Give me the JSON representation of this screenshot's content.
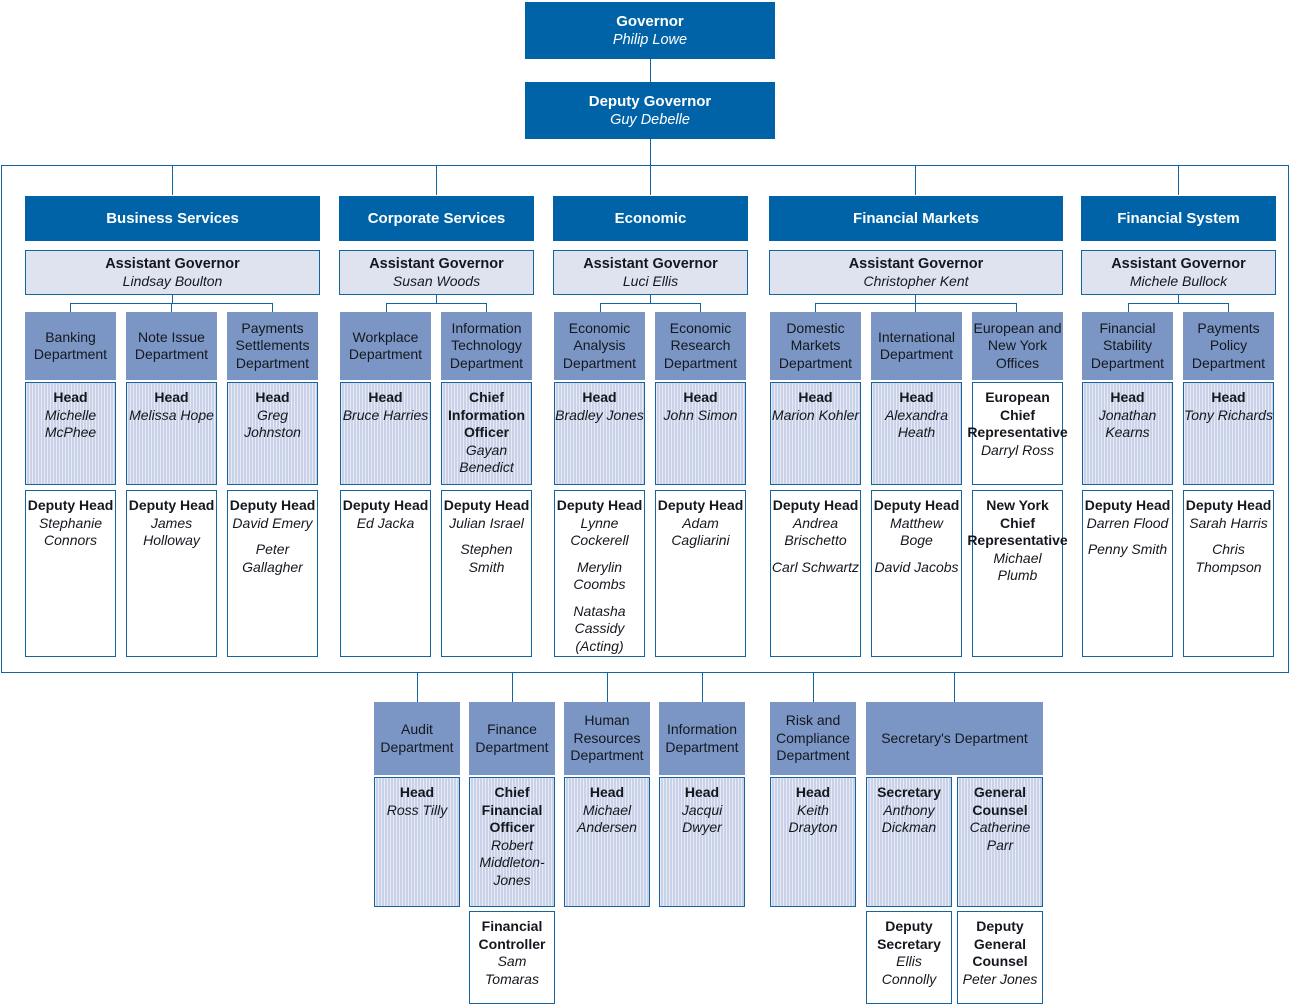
{
  "meta": {
    "colors": {
      "navy": "#0063a8",
      "line": "#1464a0",
      "department": "#7b96c4",
      "assistant_governor": "#dfe3f0",
      "head_fill": "#c9d2e8",
      "white": "#ffffff"
    }
  },
  "executive": {
    "governor": {
      "title": "Governor",
      "name": "Philip Lowe"
    },
    "deputy_governor": {
      "title": "Deputy Governor",
      "name": "Guy Debelle"
    }
  },
  "groups": [
    {
      "name": "Business Services",
      "assistant_governor": {
        "title": "Assistant Governor",
        "name": "Lindsay Boulton"
      },
      "departments": [
        {
          "department": "Banking Department",
          "head": {
            "title": "Head",
            "names": [
              "Michelle McPhee"
            ]
          },
          "deputy": {
            "title": "Deputy Head",
            "names": [
              "Stephanie Connors"
            ]
          }
        },
        {
          "department": "Note Issue Department",
          "head": {
            "title": "Head",
            "names": [
              "Melissa Hope"
            ]
          },
          "deputy": {
            "title": "Deputy Head",
            "names": [
              "James Holloway"
            ]
          }
        },
        {
          "department": "Payments Settlements Department",
          "head": {
            "title": "Head",
            "names": [
              "Greg Johnston"
            ]
          },
          "deputy": {
            "title": "Deputy Head",
            "names": [
              "David Emery",
              "Peter Gallagher"
            ]
          }
        }
      ]
    },
    {
      "name": "Corporate Services",
      "assistant_governor": {
        "title": "Assistant Governor",
        "name": "Susan Woods"
      },
      "departments": [
        {
          "department": "Workplace Department",
          "head": {
            "title": "Head",
            "names": [
              "Bruce Harries"
            ]
          },
          "deputy": {
            "title": "Deputy Head",
            "names": [
              "Ed Jacka"
            ]
          }
        },
        {
          "department": "Information Technology Department",
          "head": {
            "title": "Chief Information Officer",
            "names": [
              "Gayan Benedict"
            ]
          },
          "deputy": {
            "title": "Deputy Head",
            "names": [
              "Julian Israel",
              "Stephen Smith"
            ]
          }
        }
      ]
    },
    {
      "name": "Economic",
      "assistant_governor": {
        "title": "Assistant Governor",
        "name": "Luci Ellis"
      },
      "departments": [
        {
          "department": "Economic Analysis Department",
          "head": {
            "title": "Head",
            "names": [
              "Bradley Jones"
            ]
          },
          "deputy": {
            "title": "Deputy Head",
            "names": [
              "Lynne Cockerell",
              "Merylin Coombs",
              "Natasha Cassidy (Acting)"
            ]
          }
        },
        {
          "department": "Economic Research Department",
          "head": {
            "title": "Head",
            "names": [
              "John Simon"
            ]
          },
          "deputy": {
            "title": "Deputy Head",
            "names": [
              "Adam Cagliarini"
            ]
          }
        }
      ]
    },
    {
      "name": "Financial Markets",
      "assistant_governor": {
        "title": "Assistant Governor",
        "name": "Christopher Kent"
      },
      "departments": [
        {
          "department": "Domestic Markets Department",
          "head": {
            "title": "Head",
            "names": [
              "Marion Kohler"
            ]
          },
          "deputy": {
            "title": "Deputy Head",
            "names": [
              "Andrea Brischetto",
              "Carl Schwartz"
            ]
          }
        },
        {
          "department": "International Department",
          "head": {
            "title": "Head",
            "names": [
              "Alexandra Heath"
            ]
          },
          "deputy": {
            "title": "Deputy Head",
            "names": [
              "Matthew Boge",
              "David Jacobs"
            ]
          }
        },
        {
          "department": "European and New York Offices",
          "head": {
            "title": "European Chief Representative",
            "names": [
              "Darryl Ross"
            ],
            "style": "white"
          },
          "deputy": {
            "title": "New York Chief Representative",
            "names": [
              "Michael Plumb"
            ]
          }
        }
      ]
    },
    {
      "name": "Financial System",
      "assistant_governor": {
        "title": "Assistant Governor",
        "name": "Michele Bullock"
      },
      "departments": [
        {
          "department": "Financial Stability Department",
          "head": {
            "title": "Head",
            "names": [
              "Jonathan Kearns"
            ]
          },
          "deputy": {
            "title": "Deputy Head",
            "names": [
              "Darren Flood",
              "Penny Smith"
            ]
          }
        },
        {
          "department": "Payments Policy Department",
          "head": {
            "title": "Head",
            "names": [
              "Tony Richards"
            ]
          },
          "deputy": {
            "title": "Deputy Head",
            "names": [
              "Sarah Harris",
              "Chris Thompson"
            ]
          }
        }
      ]
    }
  ],
  "support_departments": [
    {
      "department": "Audit Department",
      "head": {
        "title": "Head",
        "names": [
          "Ross Tilly"
        ]
      }
    },
    {
      "department": "Finance Department",
      "head": {
        "title": "Chief Financial Officer",
        "names": [
          "Robert Middleton-Jones"
        ]
      },
      "deputy": {
        "title": "Financial Controller",
        "names": [
          "Sam Tomaras"
        ]
      }
    },
    {
      "department": "Human Resources Department",
      "head": {
        "title": "Head",
        "names": [
          "Michael Andersen"
        ]
      }
    },
    {
      "department": "Information Department",
      "head": {
        "title": "Head",
        "names": [
          "Jacqui Dwyer"
        ]
      }
    },
    {
      "department": "Risk and Compliance Department",
      "head": {
        "title": "Head",
        "names": [
          "Keith Drayton"
        ]
      }
    },
    {
      "department": "Secretary's Department",
      "roles": [
        {
          "head": {
            "title": "Secretary",
            "names": [
              "Anthony Dickman"
            ]
          },
          "deputy": {
            "title": "Deputy Secretary",
            "names": [
              "Ellis Connolly"
            ]
          }
        },
        {
          "head": {
            "title": "General Counsel",
            "names": [
              "Catherine Parr"
            ]
          },
          "deputy": {
            "title": "Deputy General Counsel",
            "names": [
              "Peter Jones"
            ]
          }
        }
      ]
    }
  ]
}
